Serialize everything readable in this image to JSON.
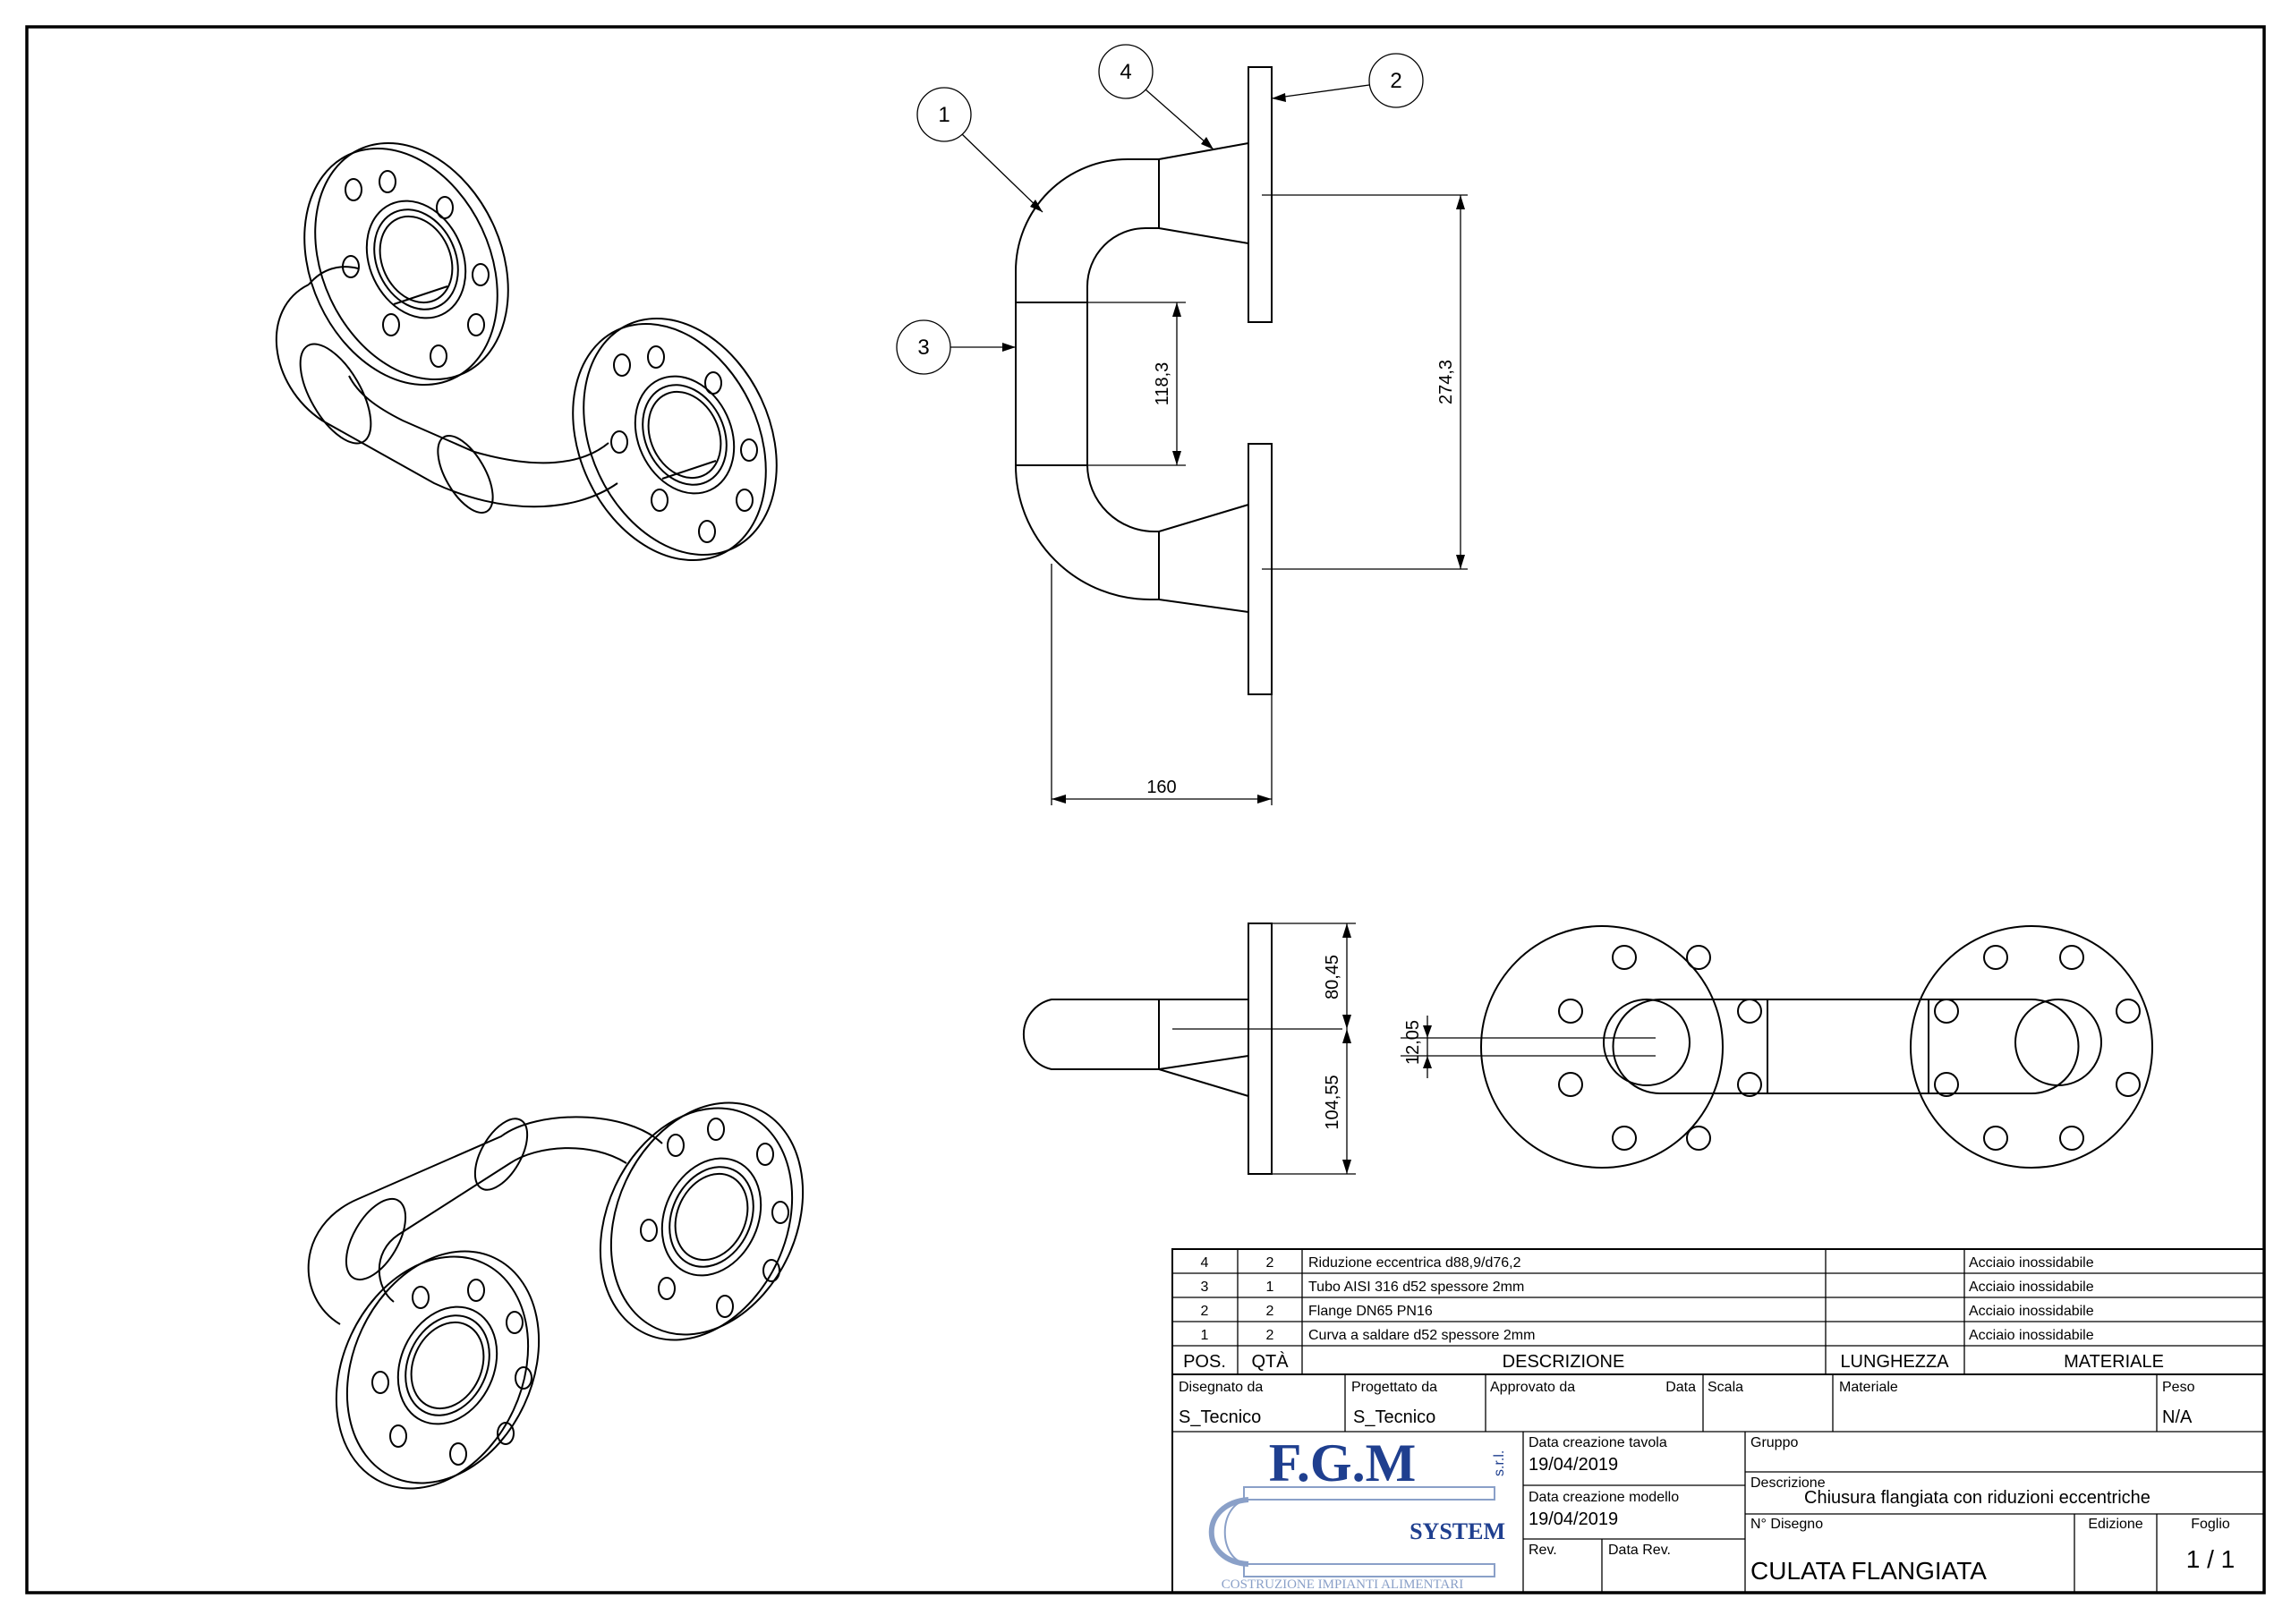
{
  "drawing": {
    "balloons": [
      "1",
      "2",
      "3",
      "4"
    ],
    "dimensions": {
      "inner_gap": "118,3",
      "flange_spacing": "274,3",
      "length": "160",
      "upper_height": "80,45",
      "lower_height": "104,55",
      "eccentric_offset": "12,05"
    }
  },
  "bom": {
    "rows": [
      {
        "pos": "4",
        "qty": "2",
        "desc": "Riduzione eccentrica d88,9/d76,2",
        "length": "",
        "material": "Acciaio inossidabile"
      },
      {
        "pos": "3",
        "qty": "1",
        "desc": "Tubo AISI 316 d52 spessore 2mm",
        "length": "",
        "material": "Acciaio inossidabile"
      },
      {
        "pos": "2",
        "qty": "2",
        "desc": "Flange DN65 PN16",
        "length": "",
        "material": "Acciaio inossidabile"
      },
      {
        "pos": "1",
        "qty": "2",
        "desc": "Curva a saldare d52 spessore 2mm",
        "length": "",
        "material": "Acciaio inossidabile"
      }
    ],
    "headers": {
      "pos": "POS.",
      "qty": "QTÀ",
      "desc": "DESCRIZIONE",
      "length": "LUNGHEZZA",
      "material": "MATERIALE"
    }
  },
  "title_block": {
    "drawn_by_label": "Disegnato da",
    "drawn_by": "S_Tecnico",
    "designed_by_label": "Progettato da",
    "designed_by": "S_Tecnico",
    "approved_by_label": "Approvato da",
    "date_label": "Data",
    "scale_label": "Scala",
    "material_label": "Materiale",
    "weight_label": "Peso",
    "weight": "N/A",
    "sheet_date_label": "Data creazione tavola",
    "sheet_date": "19/04/2019",
    "model_date_label": "Data creazione modello",
    "model_date": "19/04/2019",
    "rev_label": "Rev.",
    "rev_date_label": "Data Rev.",
    "group_label": "Gruppo",
    "description_label": "Descrizione",
    "description": "Chiusura flangiata con riduzioni eccentriche",
    "drawing_no_label": "N° Disegno",
    "drawing_no": "CULATA FLANGIATA",
    "edition_label": "Edizione",
    "sheet_label": "Foglio",
    "sheet": "1 / 1"
  },
  "logo": {
    "name": "F.G.M",
    "suffix": "s.r.l.",
    "system": "SYSTEM",
    "tagline": "COSTRUZIONE IMPIANTI ALIMENTARI",
    "color": "#1f3f8f"
  }
}
